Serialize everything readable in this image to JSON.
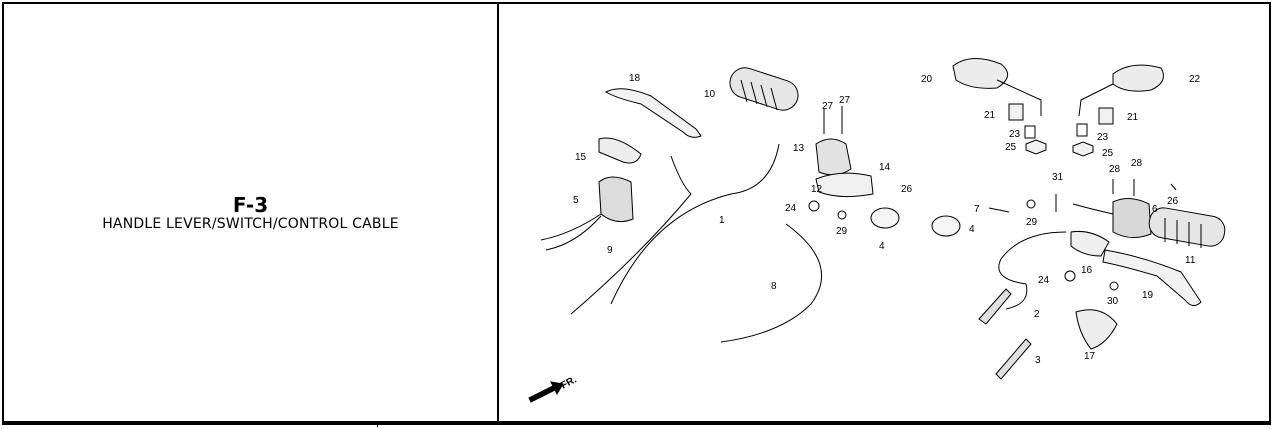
{
  "figure": {
    "code": "F-3",
    "title": "HANDLE LEVER/SWITCH/CONTROL CABLE"
  },
  "diagram": {
    "direction_label": "FR.",
    "callouts": [
      "1",
      "2",
      "3",
      "4",
      "4",
      "5",
      "6",
      "7",
      "8",
      "9",
      "10",
      "11",
      "12",
      "13",
      "14",
      "15",
      "16",
      "17",
      "18",
      "19",
      "20",
      "21",
      "21",
      "22",
      "23",
      "23",
      "24",
      "24",
      "25",
      "25",
      "26",
      "26",
      "27",
      "27",
      "28",
      "28",
      "29",
      "29",
      "30",
      "31"
    ]
  }
}
